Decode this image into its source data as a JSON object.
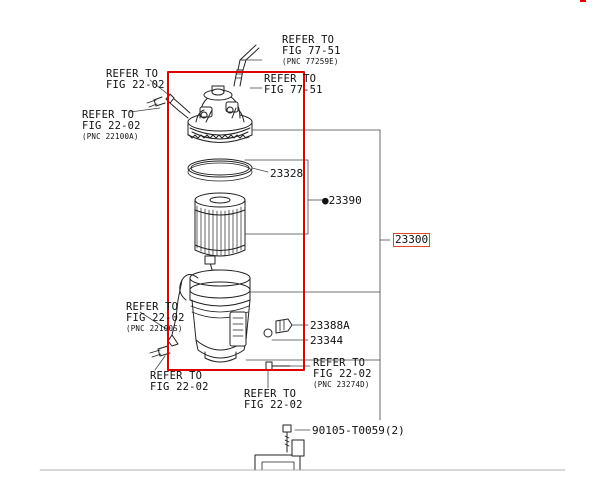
{
  "refs": {
    "fig7751_a": {
      "l1": "REFER TO",
      "l2": "FIG 77-51",
      "l3": "(PNC 77259E)"
    },
    "fig7751_b": {
      "l1": "REFER TO",
      "l2": "FIG 77-51"
    },
    "fig2202_top1": {
      "l1": "REFER TO",
      "l2": "FIG 22-02"
    },
    "fig2202_top2": {
      "l1": "REFER TO",
      "l2": "FIG 22-02",
      "l3": "(PNC 22100A)"
    },
    "fig2202_mid": {
      "l1": "REFER TO",
      "l2": "FIG 22-02",
      "l3": "(PNC 22100S)"
    },
    "fig2202_bl": {
      "l1": "REFER TO",
      "l2": "FIG 22-02"
    },
    "fig2202_bc": {
      "l1": "REFER TO",
      "l2": "FIG 22-02"
    },
    "fig2202_br": {
      "l1": "REFER TO",
      "l2": "FIG 22-02",
      "l3": "(PNC 23274D)"
    }
  },
  "parts": {
    "p23328": "23328",
    "p23390": "●23390",
    "p23300": "23300",
    "p23388A": "23388A",
    "p23344": "23344",
    "bolt": "90105-T0059(2)"
  },
  "colors": {
    "highlight_box": "#e00000",
    "line": "#333333",
    "part_highlight": "#e04a1a"
  }
}
